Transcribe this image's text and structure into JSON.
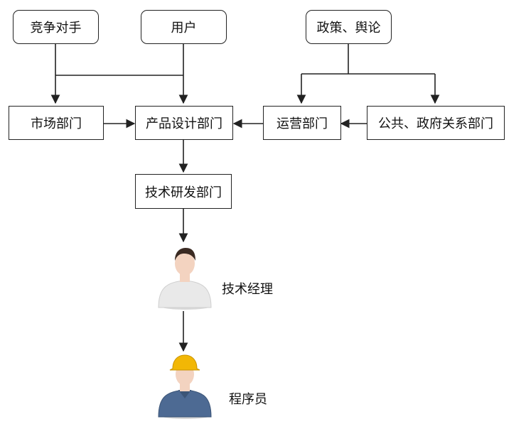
{
  "sources": {
    "competitors": "竞争对手",
    "users": "用户",
    "policy": "政策、舆论"
  },
  "departments": {
    "market": "市场部门",
    "product": "产品设计部门",
    "operations": "运营部门",
    "public_affairs": "公共、政府关系部门",
    "tech": "技术研发部门"
  },
  "people": {
    "tech_manager": "技术经理",
    "programmer": "程序员"
  },
  "colors": {
    "line": "#222222",
    "shirt_white": "#e9e9e9",
    "shirt_blue": "#4d6a93",
    "helmet": "#f2b705",
    "skin": "#f3d3c0",
    "hair": "#3a2a22"
  }
}
